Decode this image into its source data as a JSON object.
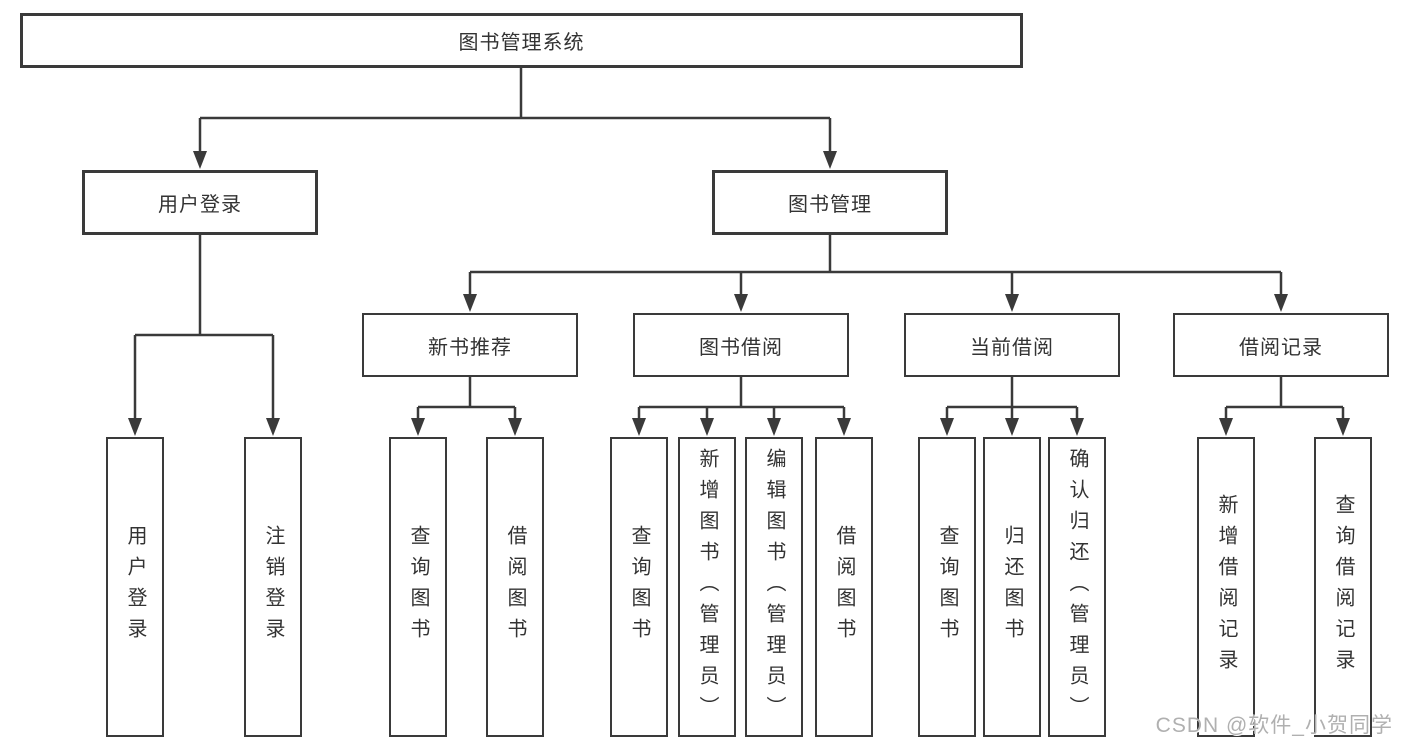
{
  "diagram": {
    "type": "tree",
    "root": {
      "label": "图书管理系统"
    },
    "branches": [
      {
        "label": "用户登录",
        "children": [
          {
            "label": "用户登录"
          },
          {
            "label": "注销登录"
          }
        ]
      },
      {
        "label": "图书管理",
        "children": [
          {
            "label": "新书推荐",
            "children": [
              {
                "label": "查询图书"
              },
              {
                "label": "借阅图书"
              }
            ]
          },
          {
            "label": "图书借阅",
            "children": [
              {
                "label": "查询图书"
              },
              {
                "label": "新增图书（管理员）"
              },
              {
                "label": "编辑图书（管理员）"
              },
              {
                "label": "借阅图书"
              }
            ]
          },
          {
            "label": "当前借阅",
            "children": [
              {
                "label": "查询图书"
              },
              {
                "label": "归还图书"
              },
              {
                "label": "确认归还（管理员）"
              }
            ]
          },
          {
            "label": "借阅记录",
            "children": [
              {
                "label": "新增借阅记录"
              },
              {
                "label": "查询借阅记录"
              }
            ]
          }
        ]
      }
    ]
  },
  "watermark": {
    "text": "CSDN @软件_小贺同学"
  },
  "colors": {
    "line": "#3a3a3a",
    "text": "#333333",
    "background": "#ffffff",
    "watermark": "#b0b0b0"
  }
}
